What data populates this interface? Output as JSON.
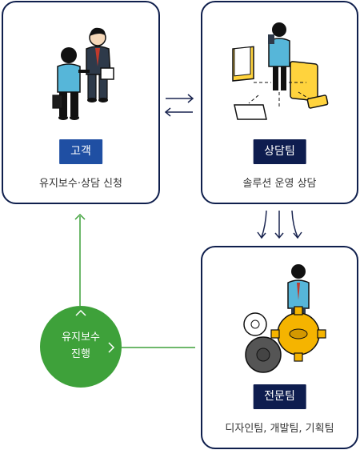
{
  "customer": {
    "badge": "고객",
    "desc": "유지보수·상담 신청"
  },
  "consult": {
    "badge": "상담팀",
    "desc": "솔루션 운영 상담"
  },
  "expert": {
    "badge": "전문팀",
    "desc": "디자인팀, 개발팀, 기획팀"
  },
  "maintenance": {
    "line1": "유지보수",
    "line2": "진행"
  },
  "colors": {
    "border": "#0f1f4d",
    "blue_badge": "#1f4fa3",
    "navy_badge": "#0e1d4f",
    "green": "#3ea13a"
  }
}
